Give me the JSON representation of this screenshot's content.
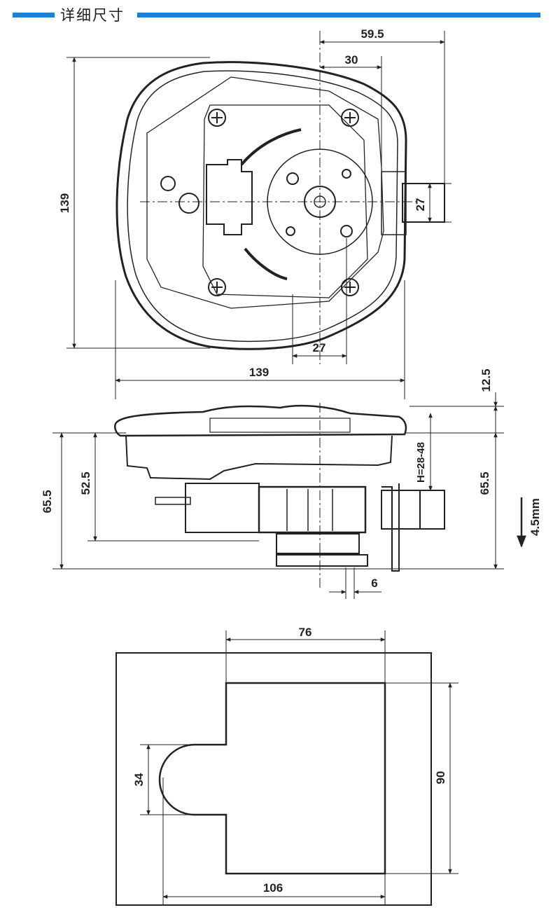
{
  "header": {
    "title": "详细尺寸",
    "accent_color": "#1f7fd0"
  },
  "top_view": {
    "dim_width_total": "59.5",
    "dim_width_partial": "30",
    "dim_height": "139",
    "dim_latch": "27",
    "dim_bottom_offset": "27",
    "dim_base_width": "139"
  },
  "side_view": {
    "dim_flange": "12.5",
    "dim_height_left": "65.5",
    "dim_body": "52.5",
    "dim_grip_range": "H=28-48",
    "dim_height_right": "65.5",
    "dim_step": "4.5mm",
    "dim_pin": "6"
  },
  "cutout_view": {
    "dim_top": "76",
    "dim_right": "90",
    "dim_notch": "34",
    "dim_bottom": "106"
  }
}
